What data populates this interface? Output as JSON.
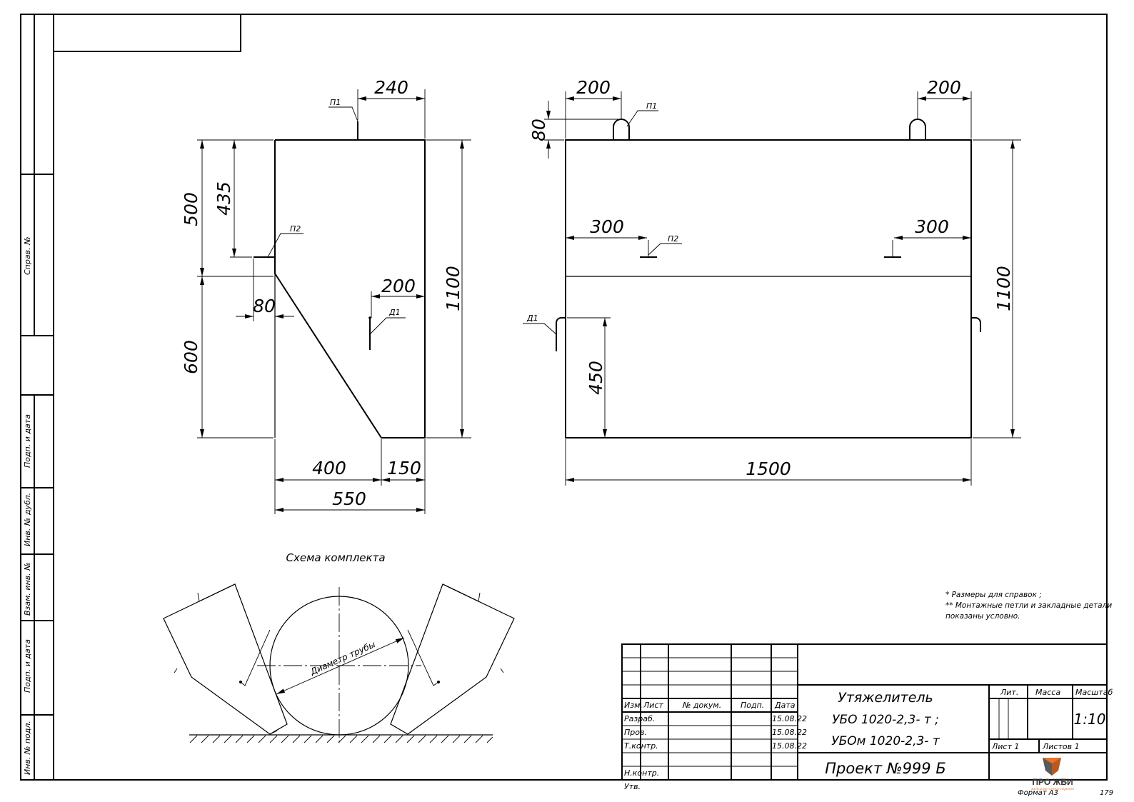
{
  "side_strip": {
    "sprav_no": "Справ. №",
    "podp_data_1": "Подп. и дата",
    "inv_dubl": "Инв. № дубл.",
    "vzam_inv": "Взам. инв. №",
    "podp_data_2": "Подп. и дата",
    "inv_podl": "Инв. № подл."
  },
  "side_view": {
    "dim_240": "240",
    "dim_500": "500",
    "dim_435": "435",
    "dim_600": "600",
    "dim_1100": "1100",
    "dim_200": "200",
    "dim_80": "80",
    "dim_400": "400",
    "dim_150": "150",
    "dim_550": "550",
    "label_p1": "П1",
    "label_p2": "П2",
    "label_d1": "Д1"
  },
  "front_view": {
    "dim_200_left": "200",
    "dim_200_right": "200",
    "dim_80": "80",
    "dim_300_left": "300",
    "dim_300_right": "300",
    "dim_1100": "1100",
    "dim_450": "450",
    "dim_1500": "1500",
    "label_p1": "П1",
    "label_p2": "П2",
    "label_d1": "Д1"
  },
  "scheme": {
    "title": "Схема комплекта",
    "pipe_label": "Диаметр трубы"
  },
  "notes": {
    "line1": "* Размеры для справок ;",
    "line2": "** Монтажные петли и закладные детали",
    "line3": "показаны условно."
  },
  "title_block": {
    "header": {
      "izm": "Изм.",
      "list": "Лист",
      "doc_no": "№ докум.",
      "podp": "Подп.",
      "data": "Дата"
    },
    "rows": [
      {
        "role": "Разраб.",
        "date": "15.08.22"
      },
      {
        "role": "Пров.",
        "date": "15.08.22"
      },
      {
        "role": "Т.контр.",
        "date": "15.08.22"
      },
      {
        "role": "",
        "date": ""
      },
      {
        "role": "Н.контр.",
        "date": ""
      },
      {
        "role": "Утв.",
        "date": ""
      }
    ],
    "name_line1": "Утяжелитель",
    "name_line2": "УБО 1020-2,3- т ;",
    "name_line3": "УБОм 1020-2,3- т",
    "project": "Проект  №999 Б",
    "lit_label": "Лит.",
    "mass_label": "Масса",
    "scale_label": "Масштаб",
    "scale_value": "1:10",
    "sheet_label": "Лист 1",
    "sheets_label": "Листов 1",
    "logo_text": "ПРО ЖБИ",
    "logo_sub": "ЖЕЛЕЗОБЕТОННЫЕ ИЗДЕЛИЯ",
    "format": "Формат А3",
    "page_no": "179",
    "logo_color": "#e8732a",
    "logo_color_dark": "#5a5a5a"
  }
}
